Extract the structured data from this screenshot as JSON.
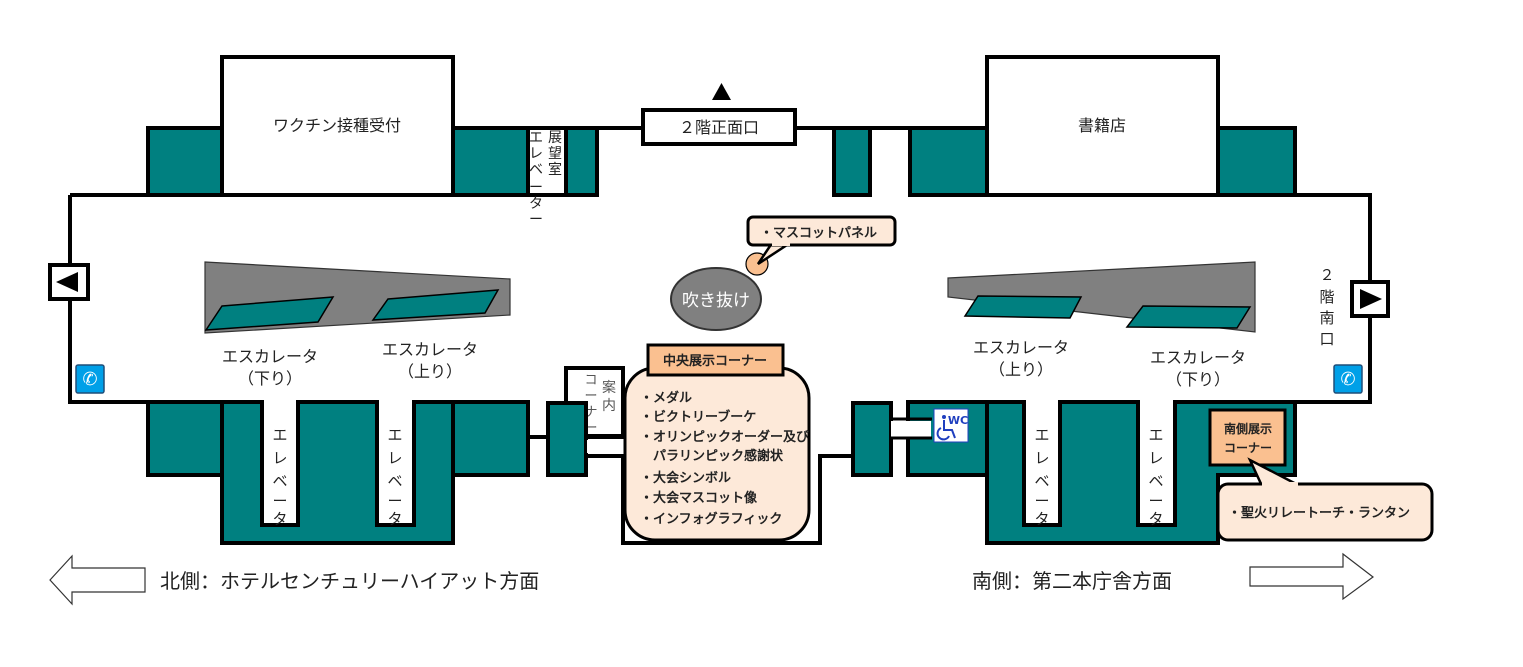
{
  "map": {
    "title": "2階フロアマップ",
    "rooms": {
      "vaccine_reception": "ワクチン接種受付",
      "bookstore": "書籍店",
      "void": "吹き抜け",
      "info_corner": [
        "案内",
        "コーナー"
      ],
      "observatory_elevator": [
        "展望室",
        "エレベーター"
      ]
    },
    "entrances": {
      "front": "２階正面口",
      "south_vertical": [
        "２",
        "階",
        "南",
        "口"
      ]
    },
    "escalators": [
      {
        "label": "エスカレータ",
        "direction": "（下り）"
      },
      {
        "label": "エスカレータ",
        "direction": "（上り）"
      },
      {
        "label": "エスカレータ",
        "direction": "（上り）"
      },
      {
        "label": "エスカレータ",
        "direction": "（下り）"
      }
    ],
    "elevators": [
      [
        "エ",
        "レ",
        "ベ",
        "ー",
        "タ"
      ],
      [
        "エ",
        "レ",
        "ベ",
        "ー",
        "タ"
      ],
      [
        "エ",
        "レ",
        "ベ",
        "ー",
        "タ"
      ],
      [
        "エ",
        "レ",
        "ベ",
        "ー",
        "タ"
      ]
    ],
    "mascot_panel": "・マスコットパネル",
    "central_exhibit": {
      "title": "中央展示コーナー",
      "items": [
        "・メダル",
        "・ビクトリーブーケ",
        "・オリンピックオーダー及び",
        "　パラリンピック感謝状",
        "・大会シンボル",
        "・大会マスコット像",
        "・インフォグラフィック"
      ]
    },
    "south_exhibit": {
      "title": [
        "南側展示",
        "コーナー"
      ],
      "items": [
        "・聖火リレートーチ・ランタン"
      ]
    },
    "restroom": {
      "label": "WC",
      "icon": "wheelchair-icon"
    },
    "icons": {
      "phone": "phone-icon",
      "arrow_left": "triangle-left-icon",
      "arrow_right": "triangle-right-icon",
      "arrow_up": "triangle-up-icon"
    },
    "directions": {
      "north": "北側：ホテルセンチュリーハイアット方面",
      "south": "南側：第二本庁舎方面"
    },
    "colors": {
      "pillar": "#008080",
      "escalator_body": "#808080",
      "callout_fill": "#fde9d9",
      "label_fill": "#fac090",
      "phone": "#00a0e8",
      "restroom_icon": "#1f3fbf"
    }
  }
}
